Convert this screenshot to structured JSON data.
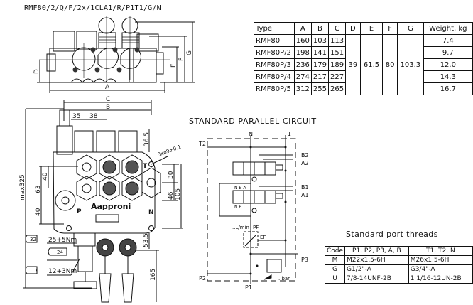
{
  "model_code": "RMF80/2/Q/F/2x/1CLA1/R/P1T1/G/N",
  "spec_table": {
    "headers": [
      "Type",
      "A",
      "B",
      "C",
      "D",
      "E",
      "F",
      "G",
      "Weight, kg"
    ],
    "shared": {
      "D": "39",
      "E": "61.5",
      "F": "80",
      "G": "103.3"
    },
    "rows": [
      {
        "type": "RMF80",
        "A": "160",
        "B": "103",
        "C": "113",
        "weight": "7.4"
      },
      {
        "type": "RMF80P/2",
        "A": "198",
        "B": "141",
        "C": "151",
        "weight": "9.7"
      },
      {
        "type": "RMF80P/3",
        "A": "236",
        "B": "179",
        "C": "189",
        "weight": "12.0"
      },
      {
        "type": "RMF80P/4",
        "A": "274",
        "B": "217",
        "C": "227",
        "weight": "14.3"
      },
      {
        "type": "RMF80P/5",
        "A": "312",
        "B": "255",
        "C": "265",
        "weight": "16.7"
      }
    ]
  },
  "top_view": {
    "dim_labels": {
      "A": "A",
      "D": "D",
      "E": "E",
      "F": "F",
      "G": "G"
    }
  },
  "front_view": {
    "dim_labels": {
      "C": "C",
      "B": "B",
      "d35": "35",
      "d38": "38",
      "d36_5": "36.5",
      "holes": "3xø9±0.1",
      "d30": "30",
      "d46": "46",
      "d105": "105",
      "d63": "63",
      "d40a": "40",
      "d40b": "40",
      "max325": "max325",
      "d53_5": "53.5",
      "d165": "165"
    },
    "port_labels": {
      "P": "P",
      "N": "N",
      "T": "T"
    },
    "brand": "Aapproni",
    "wrenches": [
      {
        "size": "32",
        "torque": "25+5Nm"
      },
      {
        "size": "24",
        "torque": ""
      },
      {
        "size": "17",
        "torque": "12+3Nm"
      }
    ]
  },
  "circuit": {
    "title": "STANDARD PARALLEL CIRCUIT",
    "labels": {
      "N": "N",
      "T1": "T1",
      "T2": "T2",
      "B2": "B2",
      "A2": "A2",
      "B1": "B1",
      "A1": "A1",
      "P3": "P3",
      "P2": "P2",
      "P1": "P1",
      "NBA": "N B A",
      "NPT": "N P T",
      "flow": "..L/min",
      "PF": "PF",
      "EF": "EF",
      "bar": "..bar"
    }
  },
  "threads": {
    "title": "Standard port threads",
    "headers": [
      "Code",
      "P1, P2, P3, A, B",
      "T1, T2, N"
    ],
    "rows": [
      {
        "code": "M",
        "p": "M22x1.5-6H",
        "t": "M26x1.5-6H"
      },
      {
        "code": "G",
        "p": "G1/2\"-A",
        "t": "G3/4\"-A"
      },
      {
        "code": "U",
        "p": "7/8-14UNF-2B",
        "t": "1 1/16-12UN-2B"
      }
    ]
  }
}
